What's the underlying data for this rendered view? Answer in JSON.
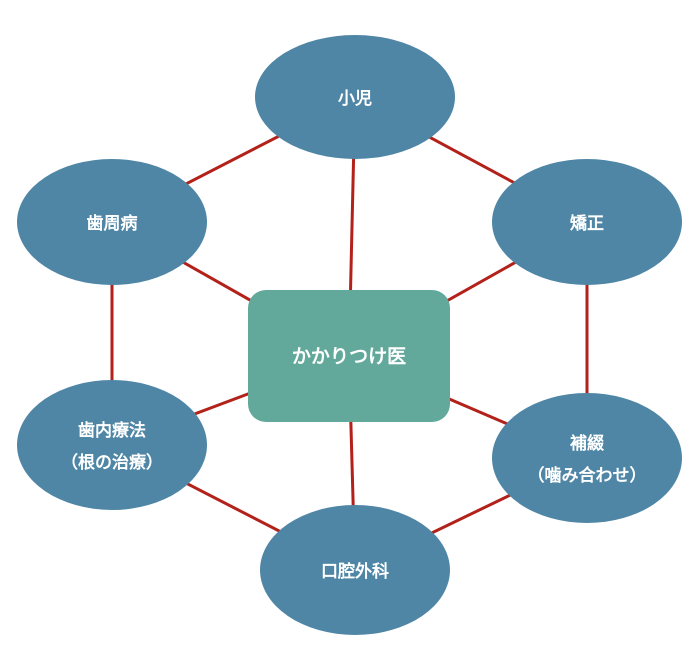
{
  "colors": {
    "node": "#4f86a6",
    "center": "#62a99b",
    "line": "#b3211b"
  },
  "center": {
    "label": "かかりつけ医"
  },
  "nodes": [
    {
      "id": "pediatric",
      "lines": [
        "小児"
      ]
    },
    {
      "id": "orthodontics",
      "lines": [
        "矯正"
      ]
    },
    {
      "id": "prosthodontics",
      "lines": [
        "補綴",
        "（噛み合わせ）"
      ]
    },
    {
      "id": "oral-surgery",
      "lines": [
        "口腔外科"
      ]
    },
    {
      "id": "endodontics",
      "lines": [
        "歯内療法",
        "（根の治療）"
      ]
    },
    {
      "id": "periodontics",
      "lines": [
        "歯周病"
      ]
    }
  ]
}
